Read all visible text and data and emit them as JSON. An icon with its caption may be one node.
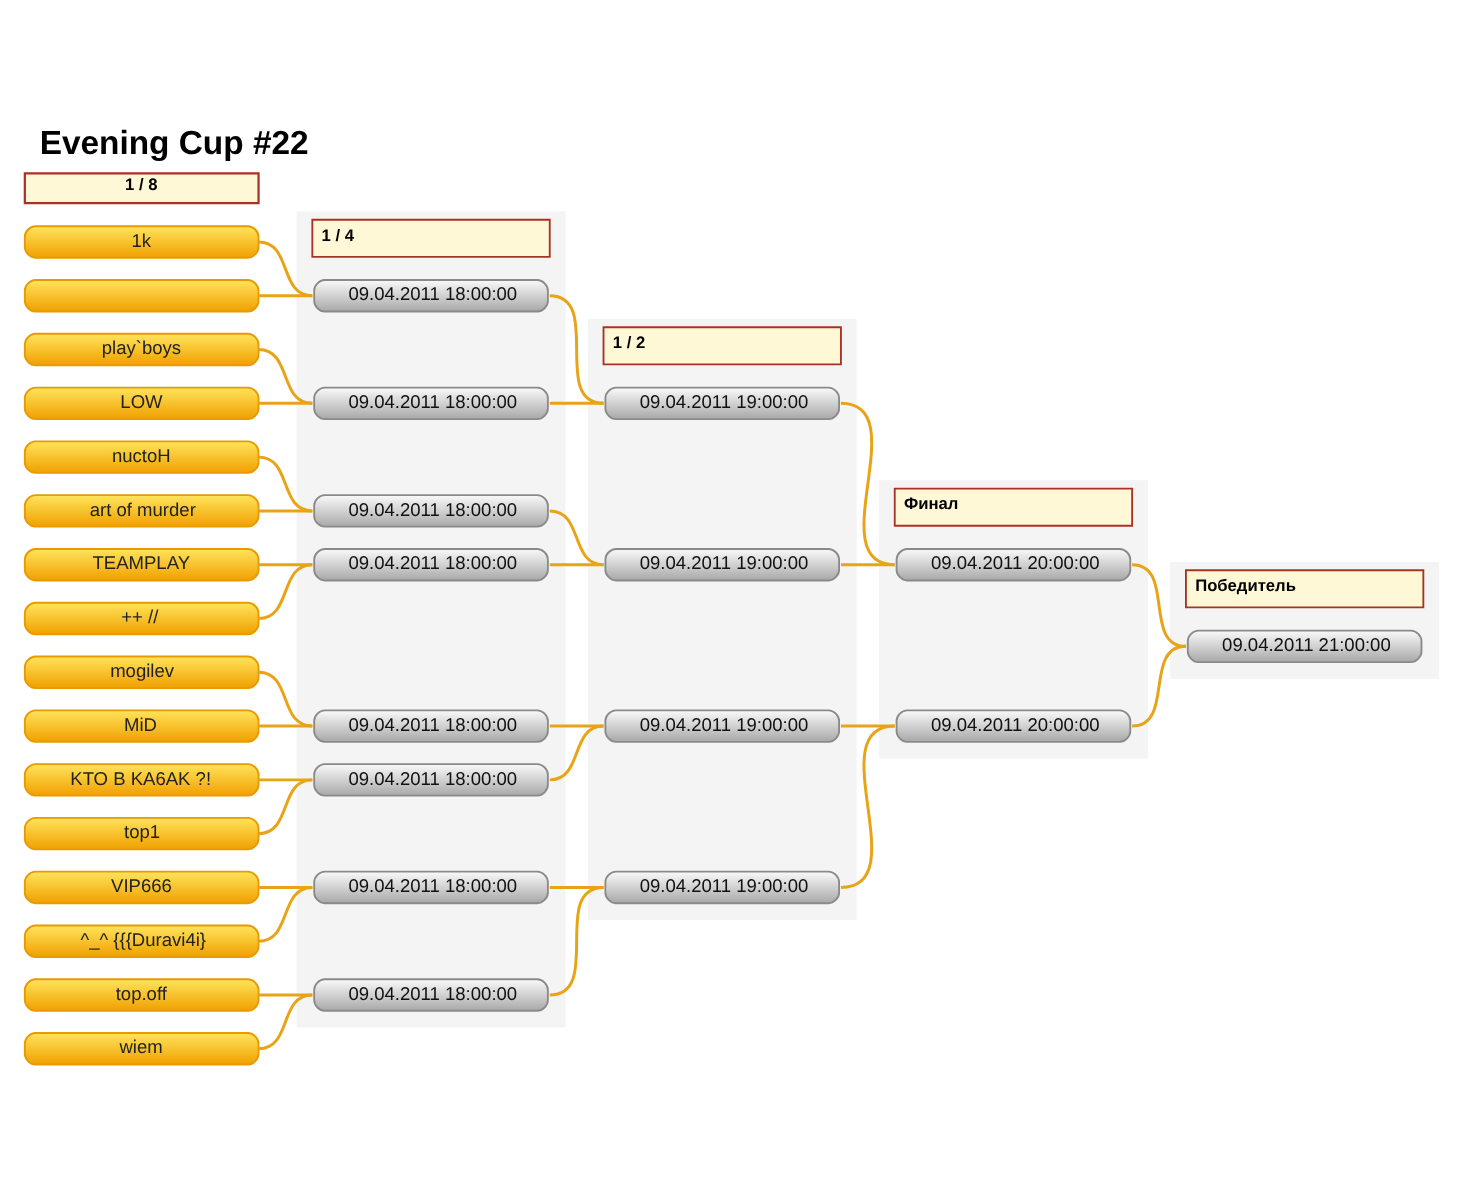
{
  "diagram": {
    "title": "Evening Cup #22",
    "nodes": [
      {
        "text": [
          "1 / 8"
        ]
      },
      {
        "text": [
          "1 / 4"
        ]
      },
      {
        "text": [
          "1 / 2"
        ]
      },
      {
        "text": [
          "Финал"
        ]
      },
      {
        "text": [
          "Победитель"
        ]
      },
      {
        "text": [
          "1k"
        ]
      },
      {
        "text": [],
        "shape": "bar"
      },
      {
        "text": [
          "play`boys"
        ]
      },
      {
        "text": [
          "LOW"
        ]
      },
      {
        "text": [
          "nuctoH"
        ]
      },
      {
        "text": [
          "art of murder"
        ]
      },
      {
        "text": [
          "TEAMPLAY"
        ]
      },
      {
        "text": [
          "++ //"
        ]
      },
      {
        "text": [
          "mogilev"
        ]
      },
      {
        "text": [
          "MiD"
        ]
      },
      {
        "text": [
          "KTO B KA6AK ?!"
        ]
      },
      {
        "text": [
          "top1"
        ]
      },
      {
        "text": [
          "VIP666"
        ]
      },
      {
        "text": [
          "^_^ {{{Duravi4i}"
        ]
      },
      {
        "text": [
          "top.off"
        ]
      },
      {
        "text": [
          "wiem"
        ]
      },
      {
        "text": [
          "09.04.2011 18:00:00"
        ],
        "in": 1
      },
      {
        "text": [
          "09.04.2011 18:00:00"
        ],
        "in": 1
      },
      {
        "text": [
          "09.04.2011 18:00:00"
        ],
        "in": 1
      },
      {
        "text": [
          "09.04.2011 18:00:00"
        ],
        "in": 1
      },
      {
        "text": [
          "09.04.2011 18:00:00"
        ],
        "in": 1
      },
      {
        "text": [
          "09.04.2011 18:00:00"
        ],
        "in": 1
      },
      {
        "text": [
          "09.04.2011 18:00:00"
        ],
        "in": 1
      },
      {
        "text": [
          "09.04.2011 18:00:00"
        ],
        "in": 1
      },
      {
        "text": [
          "09.04.2011 19:00:00"
        ],
        "in": 2
      },
      {
        "text": [
          "09.04.2011 19:00:00"
        ],
        "in": 2
      },
      {
        "text": [
          "09.04.2011 19:00:00"
        ],
        "in": 2
      },
      {
        "text": [
          "09.04.2011 19:00:00"
        ],
        "in": 2
      },
      {
        "text": [
          "09.04.2011 20:00:00"
        ],
        "in": 3
      },
      {
        "text": [
          "09.04.2011 20:00:00"
        ],
        "in": 3
      },
      {
        "text": [
          "09.04.2011 21:00:00"
        ],
        "in": 4
      }
    ],
    "edges": [
      {
        "from": 5,
        "to": 21,
        "arrow": "none"
      },
      {
        "from": 6,
        "to": 21,
        "arrow": "none"
      },
      {
        "from": 7,
        "to": 22,
        "arrow": "none"
      },
      {
        "from": 8,
        "to": 22,
        "arrow": "none"
      },
      {
        "from": 9,
        "to": 23,
        "arrow": "none"
      },
      {
        "from": 10,
        "to": 23,
        "arrow": "none"
      },
      {
        "from": 11,
        "to": 24,
        "arrow": "none"
      },
      {
        "from": 12,
        "to": 24,
        "arrow": "none"
      },
      {
        "from": 13,
        "to": 25,
        "arrow": "none"
      },
      {
        "from": 14,
        "to": 25,
        "arrow": "none"
      },
      {
        "from": 15,
        "to": 26,
        "arrow": "none"
      },
      {
        "from": 16,
        "to": 26,
        "arrow": "none"
      },
      {
        "from": 17,
        "to": 27,
        "arrow": "none"
      },
      {
        "from": 18,
        "to": 27,
        "arrow": "none"
      },
      {
        "from": 19,
        "to": 28,
        "arrow": "none"
      },
      {
        "from": 20,
        "to": 28,
        "arrow": "none"
      },
      {
        "from": 21,
        "to": 29,
        "arrow": "none"
      },
      {
        "from": 22,
        "to": 29,
        "arrow": "none"
      },
      {
        "from": 23,
        "to": 30,
        "arrow": "none"
      },
      {
        "from": 24,
        "to": 30,
        "arrow": "none"
      },
      {
        "from": 25,
        "to": 31,
        "arrow": "none"
      },
      {
        "from": 26,
        "to": 31,
        "arrow": "none"
      },
      {
        "from": 27,
        "to": 32,
        "arrow": "none"
      },
      {
        "from": 28,
        "to": 32,
        "arrow": "none"
      },
      {
        "from": 29,
        "to": 33,
        "arrow": "none"
      },
      {
        "from": 30,
        "to": 33,
        "arrow": "none"
      },
      {
        "from": 31,
        "to": 34,
        "arrow": "none"
      },
      {
        "from": 32,
        "to": 34,
        "arrow": "none"
      },
      {
        "from": 33,
        "to": 35,
        "arrow": "none"
      },
      {
        "from": 34,
        "to": 35,
        "arrow": "none"
      }
    ]
  }
}
